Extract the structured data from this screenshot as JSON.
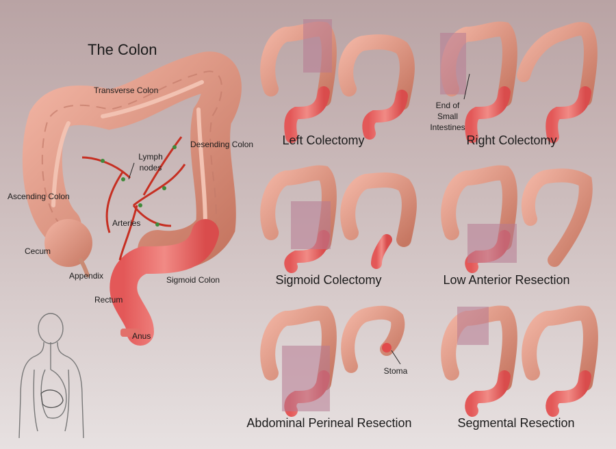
{
  "main": {
    "title": "The Colon",
    "labels": {
      "transverse": "Transverse Colon",
      "descending": "Desending Colon",
      "ascending": "Ascending Colon",
      "lymph": "Lymph nodes",
      "arteries": "Arteries",
      "cecum": "Cecum",
      "appendix": "Appendix",
      "rectum": "Rectum",
      "sigmoid": "Sigmoid Colon",
      "anus": "Anus"
    }
  },
  "procedures": [
    {
      "caption": "Left Colectomy"
    },
    {
      "caption": "Right Colectomy",
      "annotation": "End of Small Intestines"
    },
    {
      "caption": "Sigmoid Colectomy"
    },
    {
      "caption": "Low Anterior Resection"
    },
    {
      "caption": "Abdominal Perineal Resection",
      "annotation": "Stoma"
    },
    {
      "caption": "Segmental Resection"
    }
  ],
  "colors": {
    "colon": "#e39a86",
    "colon_dark": "#b8695a",
    "rectum": "#ec6a6a",
    "highlight": "#b77a92",
    "artery": "#c62f22",
    "node": "#3f8a3a"
  }
}
